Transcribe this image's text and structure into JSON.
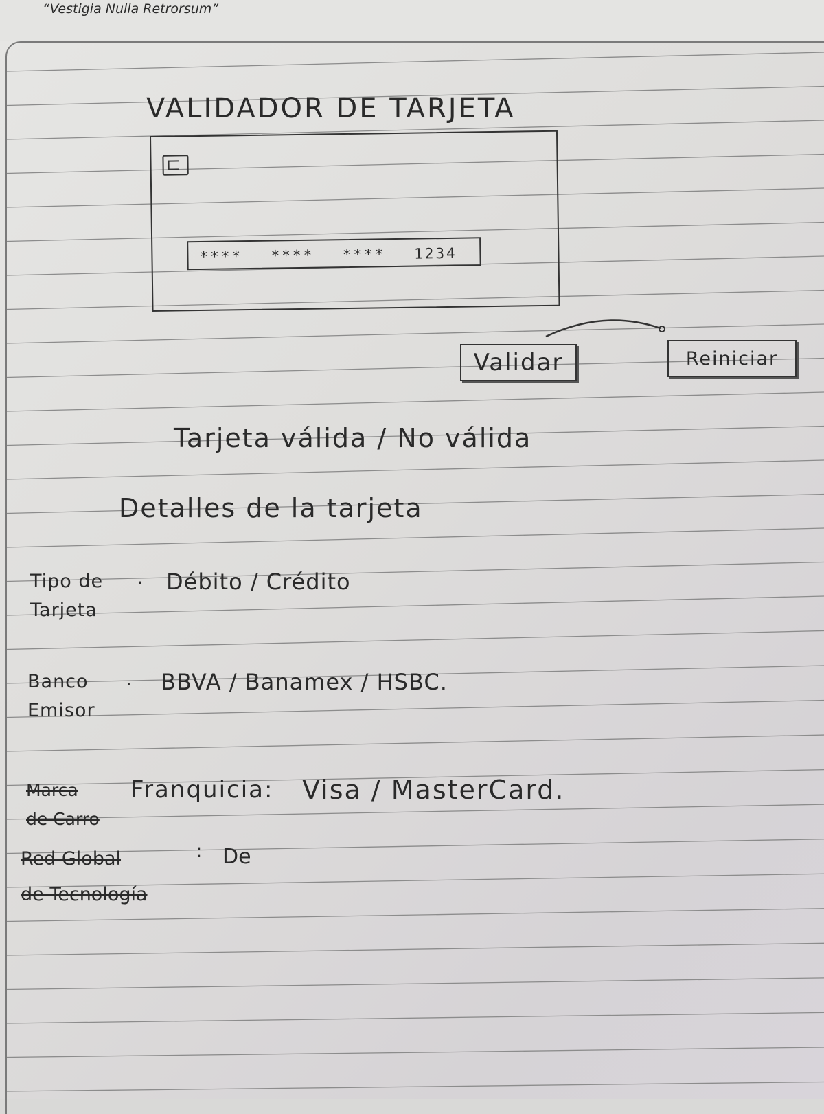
{
  "header": {
    "motto": "“Vestigia Nulla Retrorsum”"
  },
  "app": {
    "title": "Validador de Tarjeta"
  },
  "card": {
    "number_masked": "**** **** **** 1234"
  },
  "actions": {
    "validate_label": "Validar",
    "reset_label": "Reiniciar"
  },
  "result": {
    "status_text": "Tarjeta válida / No válida"
  },
  "details": {
    "title": "Detalles de la tarjeta",
    "card_type": {
      "label": "Tipo de\nTarjeta",
      "colon": ".",
      "value": "Débito / Crédito"
    },
    "issuer": {
      "label": "Banco\nEmisor",
      "colon": ".",
      "value": "BBVA / Banamex / HSBC."
    },
    "franchise": {
      "struck_label": "Marca\nde Carro",
      "label": "Franquicia:",
      "value": "Visa / MasterCard."
    },
    "network": {
      "struck_label": "Red Global\nde Tecnología",
      "colon": ":",
      "value": "De"
    }
  },
  "colors": {
    "ink": "#2a2a2a",
    "paper": "#e2e2e0",
    "rule": "#8c8c8c"
  }
}
